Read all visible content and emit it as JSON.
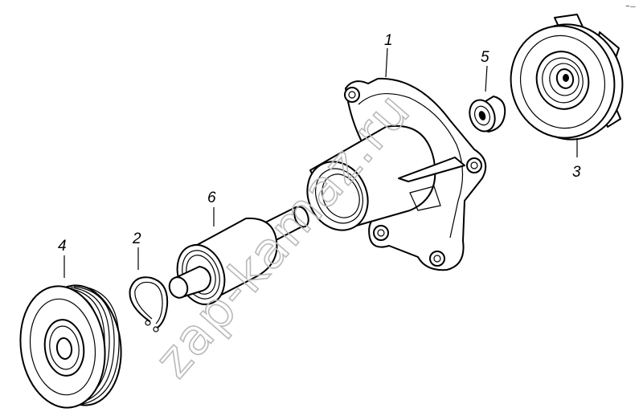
{
  "diagram": {
    "parts": [
      {
        "id": "housing",
        "label": "1"
      },
      {
        "id": "retaining-ring",
        "label": "2"
      },
      {
        "id": "impeller",
        "label": "3"
      },
      {
        "id": "pulley",
        "label": "4"
      },
      {
        "id": "seal",
        "label": "5"
      },
      {
        "id": "shaft-bearing",
        "label": "6"
      }
    ],
    "watermark": "zap-kamaz.ru",
    "corner_mark": "~—"
  }
}
